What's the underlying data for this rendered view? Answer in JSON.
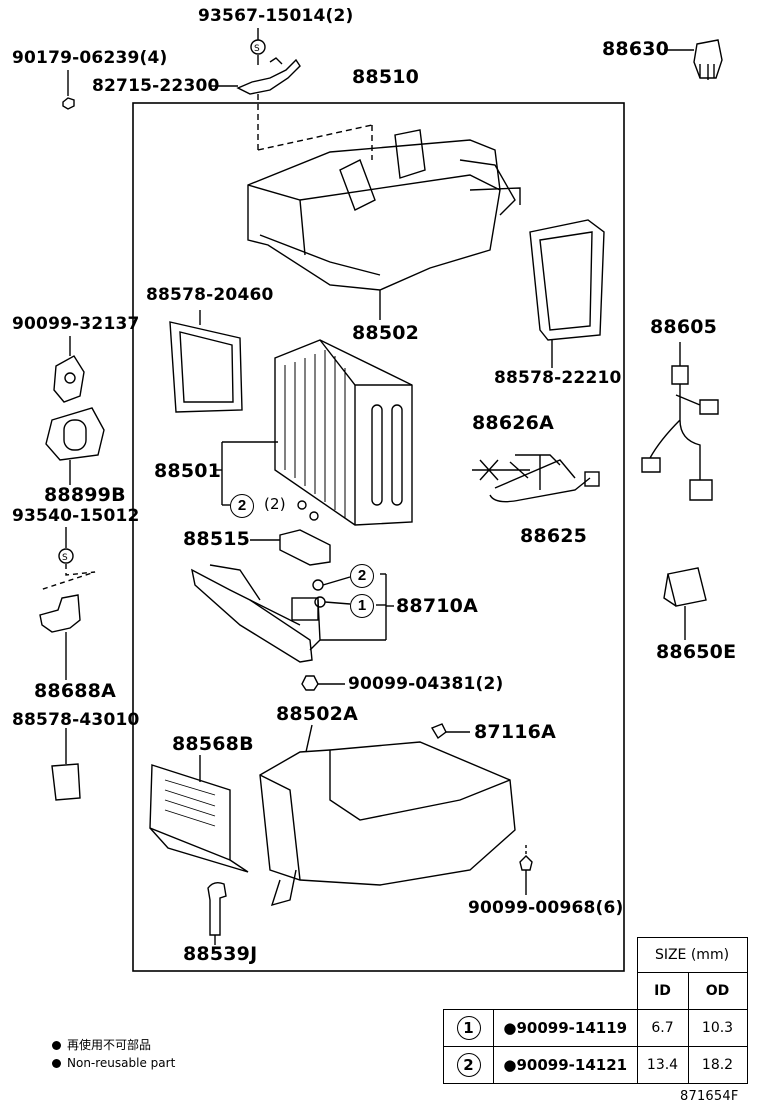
{
  "labels": {
    "p93567": "93567-15014(2)",
    "p90179": "90179-06239(4)",
    "p82715": "82715-22300",
    "p88510": "88510",
    "p88630": "88630",
    "p88578_20460": "88578-20460",
    "p88502": "88502",
    "p90099_32137": "90099-32137",
    "p88605": "88605",
    "p88578_22210": "88578-22210",
    "p88626A": "88626A",
    "p88501": "88501",
    "p88899B": "88899B",
    "p93540": "93540-15012",
    "p88625": "88625",
    "p88515": "88515",
    "p88710A": "88710A",
    "p88650E": "88650E",
    "p88688A": "88688A",
    "p90099_04381": "90099-04381(2)",
    "p88578_43010": "88578-43010",
    "p88502A": "88502A",
    "p87116A": "87116A",
    "p88568B": "88568B",
    "p90099_00968": "90099-00968(6)",
    "p88539J": "88539J",
    "o_ring_qty": "(2)",
    "circ1": "1",
    "circ2": "2",
    "circ2b": "2"
  },
  "size_table": {
    "title": "SIZE (mm)",
    "col_id": "ID",
    "col_od": "OD",
    "rows": [
      {
        "mark": "1",
        "part": "●90099-14119",
        "id": "6.7",
        "od": "10.3"
      },
      {
        "mark": "2",
        "part": "●90099-14121",
        "id": "13.4",
        "od": "18.2"
      }
    ]
  },
  "legend": {
    "line1": "再使用不可部品",
    "line2": "Non-reusable part"
  },
  "figure_code": "871654F"
}
